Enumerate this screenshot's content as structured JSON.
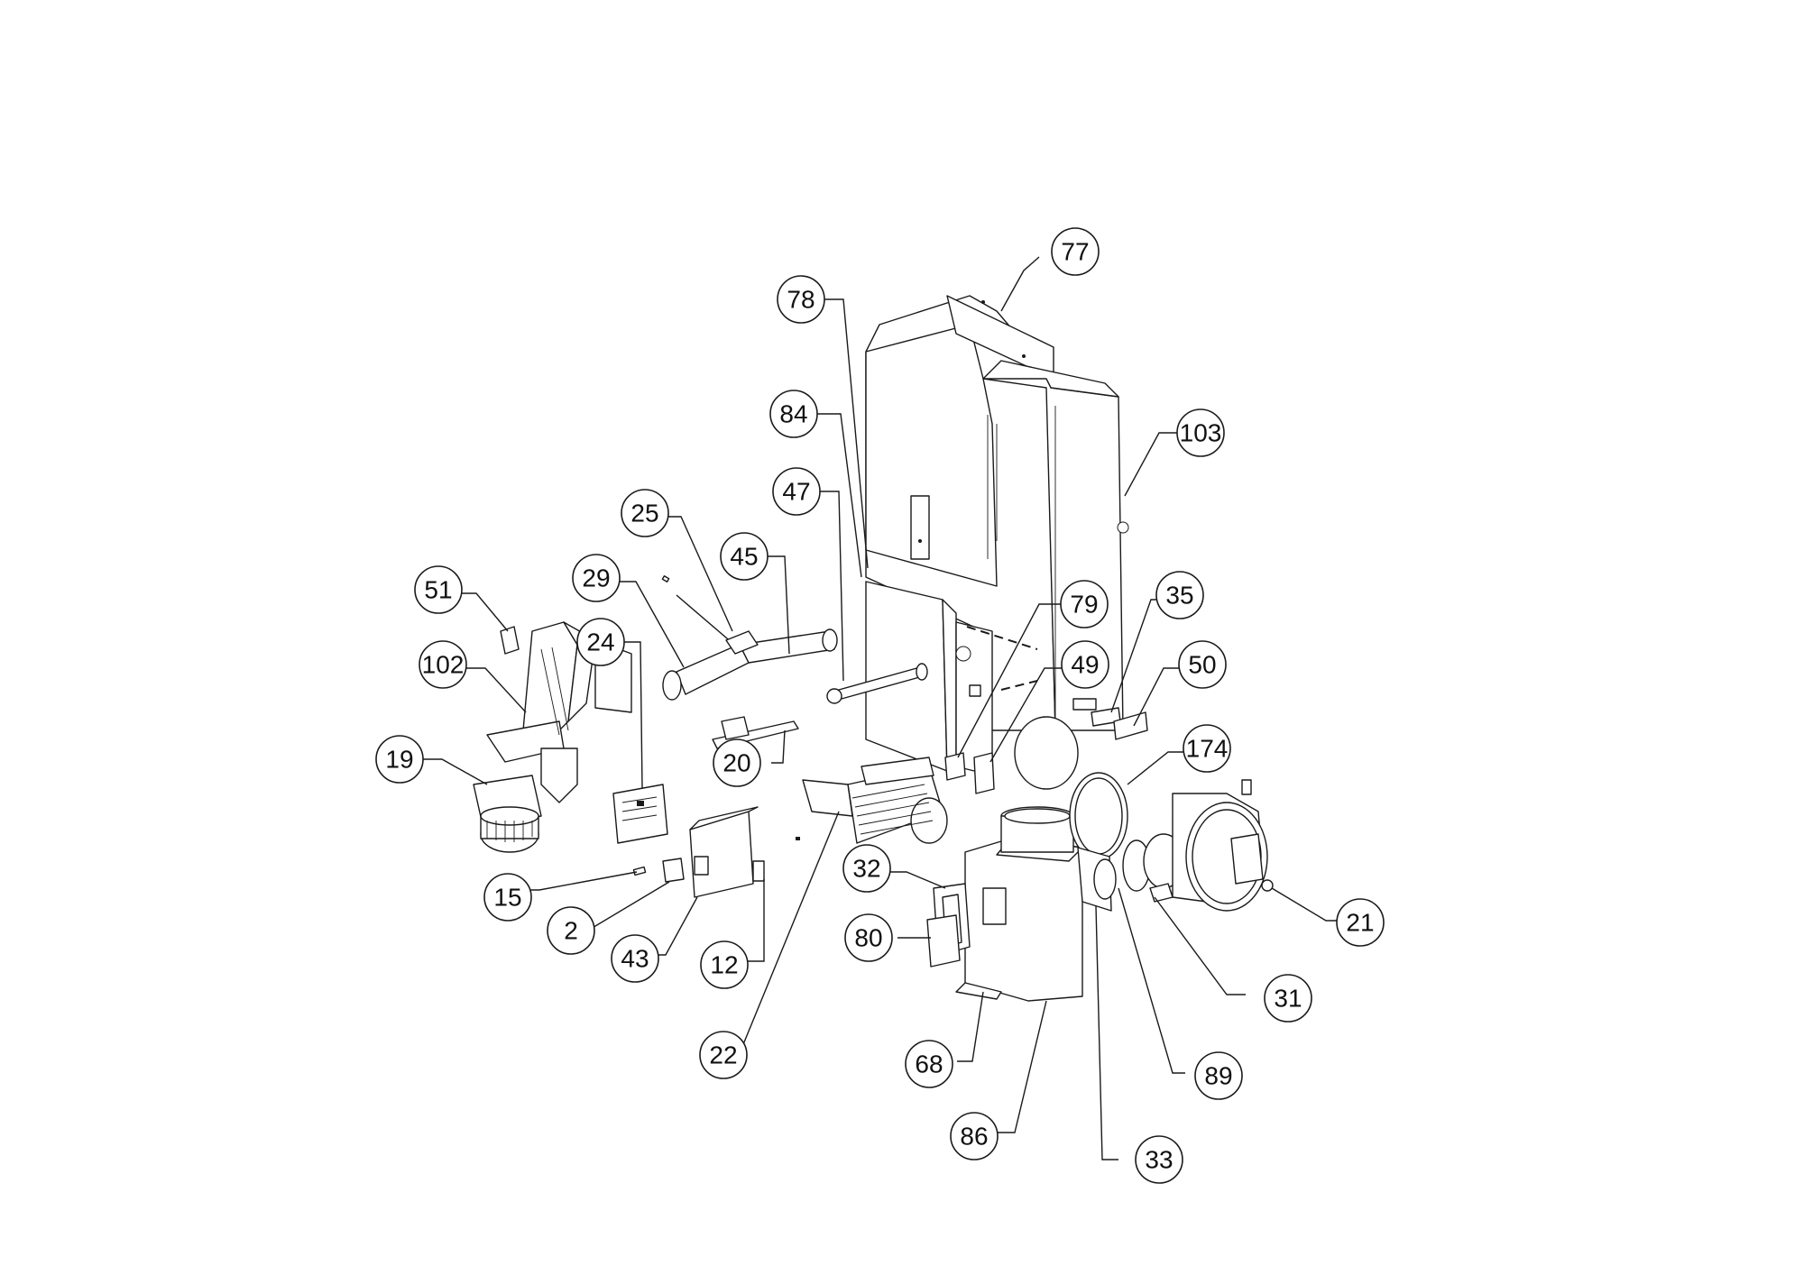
{
  "callouts": [
    {
      "id": "c77",
      "label": "77"
    },
    {
      "id": "c78",
      "label": "78"
    },
    {
      "id": "c84",
      "label": "84"
    },
    {
      "id": "c103",
      "label": "103"
    },
    {
      "id": "c47",
      "label": "47"
    },
    {
      "id": "c25",
      "label": "25"
    },
    {
      "id": "c45",
      "label": "45"
    },
    {
      "id": "c29",
      "label": "29"
    },
    {
      "id": "c51",
      "label": "51"
    },
    {
      "id": "c79",
      "label": "79"
    },
    {
      "id": "c35",
      "label": "35"
    },
    {
      "id": "c102",
      "label": "102"
    },
    {
      "id": "c49",
      "label": "49"
    },
    {
      "id": "c50",
      "label": "50"
    },
    {
      "id": "c24",
      "label": "24"
    },
    {
      "id": "c20",
      "label": "20"
    },
    {
      "id": "c19",
      "label": "19"
    },
    {
      "id": "c174",
      "label": "174"
    },
    {
      "id": "c32",
      "label": "32"
    },
    {
      "id": "c15",
      "label": "15"
    },
    {
      "id": "c21",
      "label": "21"
    },
    {
      "id": "c2",
      "label": "2"
    },
    {
      "id": "c80",
      "label": "80"
    },
    {
      "id": "c43",
      "label": "43"
    },
    {
      "id": "c12",
      "label": "12"
    },
    {
      "id": "c31",
      "label": "31"
    },
    {
      "id": "c22",
      "label": "22"
    },
    {
      "id": "c68",
      "label": "68"
    },
    {
      "id": "c89",
      "label": "89"
    },
    {
      "id": "c86",
      "label": "86"
    },
    {
      "id": "c33",
      "label": "33"
    }
  ]
}
